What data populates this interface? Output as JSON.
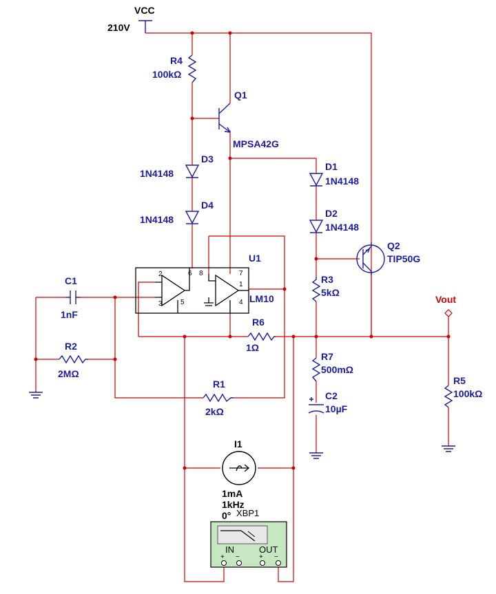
{
  "supply": {
    "name": "VCC",
    "value": "210V"
  },
  "components": {
    "R4": {
      "ref": "R4",
      "value": "100kΩ"
    },
    "Q1": {
      "ref": "Q1",
      "part": "MPSA42G"
    },
    "D3": {
      "ref": "D3",
      "part": "1N4148"
    },
    "D4": {
      "ref": "D4",
      "part": "1N4148"
    },
    "D1": {
      "ref": "D1",
      "part": "1N4148"
    },
    "D2": {
      "ref": "D2",
      "part": "1N4148"
    },
    "Q2": {
      "ref": "Q2",
      "part": "TIP50G"
    },
    "U1": {
      "ref": "U1",
      "part": "LM10",
      "pins": [
        "2",
        "3",
        "5",
        "6",
        "8",
        "7",
        "1",
        "4"
      ]
    },
    "C1": {
      "ref": "C1",
      "value": "1nF"
    },
    "R2": {
      "ref": "R2",
      "value": "2MΩ"
    },
    "R3": {
      "ref": "R3",
      "value": "5kΩ"
    },
    "R6": {
      "ref": "R6",
      "value": "1Ω"
    },
    "R7": {
      "ref": "R7",
      "value": "500mΩ"
    },
    "C2": {
      "ref": "C2",
      "value": "10µF"
    },
    "R5": {
      "ref": "R5",
      "value": "100kΩ"
    },
    "R1": {
      "ref": "R1",
      "value": "2kΩ"
    },
    "I1": {
      "ref": "I1",
      "amplitude": "1mA",
      "frequency": "1kHz",
      "phase": "0°"
    }
  },
  "probe": {
    "label": "Vout"
  },
  "instrument": {
    "ref": "XBP1",
    "in_label": "IN",
    "out_label": "OUT",
    "plus": "+",
    "minus": "−"
  },
  "colors": {
    "wire": "#d00000",
    "component": "#1a1aa6",
    "label": "#1a1aa6",
    "probe": "#d00000"
  }
}
